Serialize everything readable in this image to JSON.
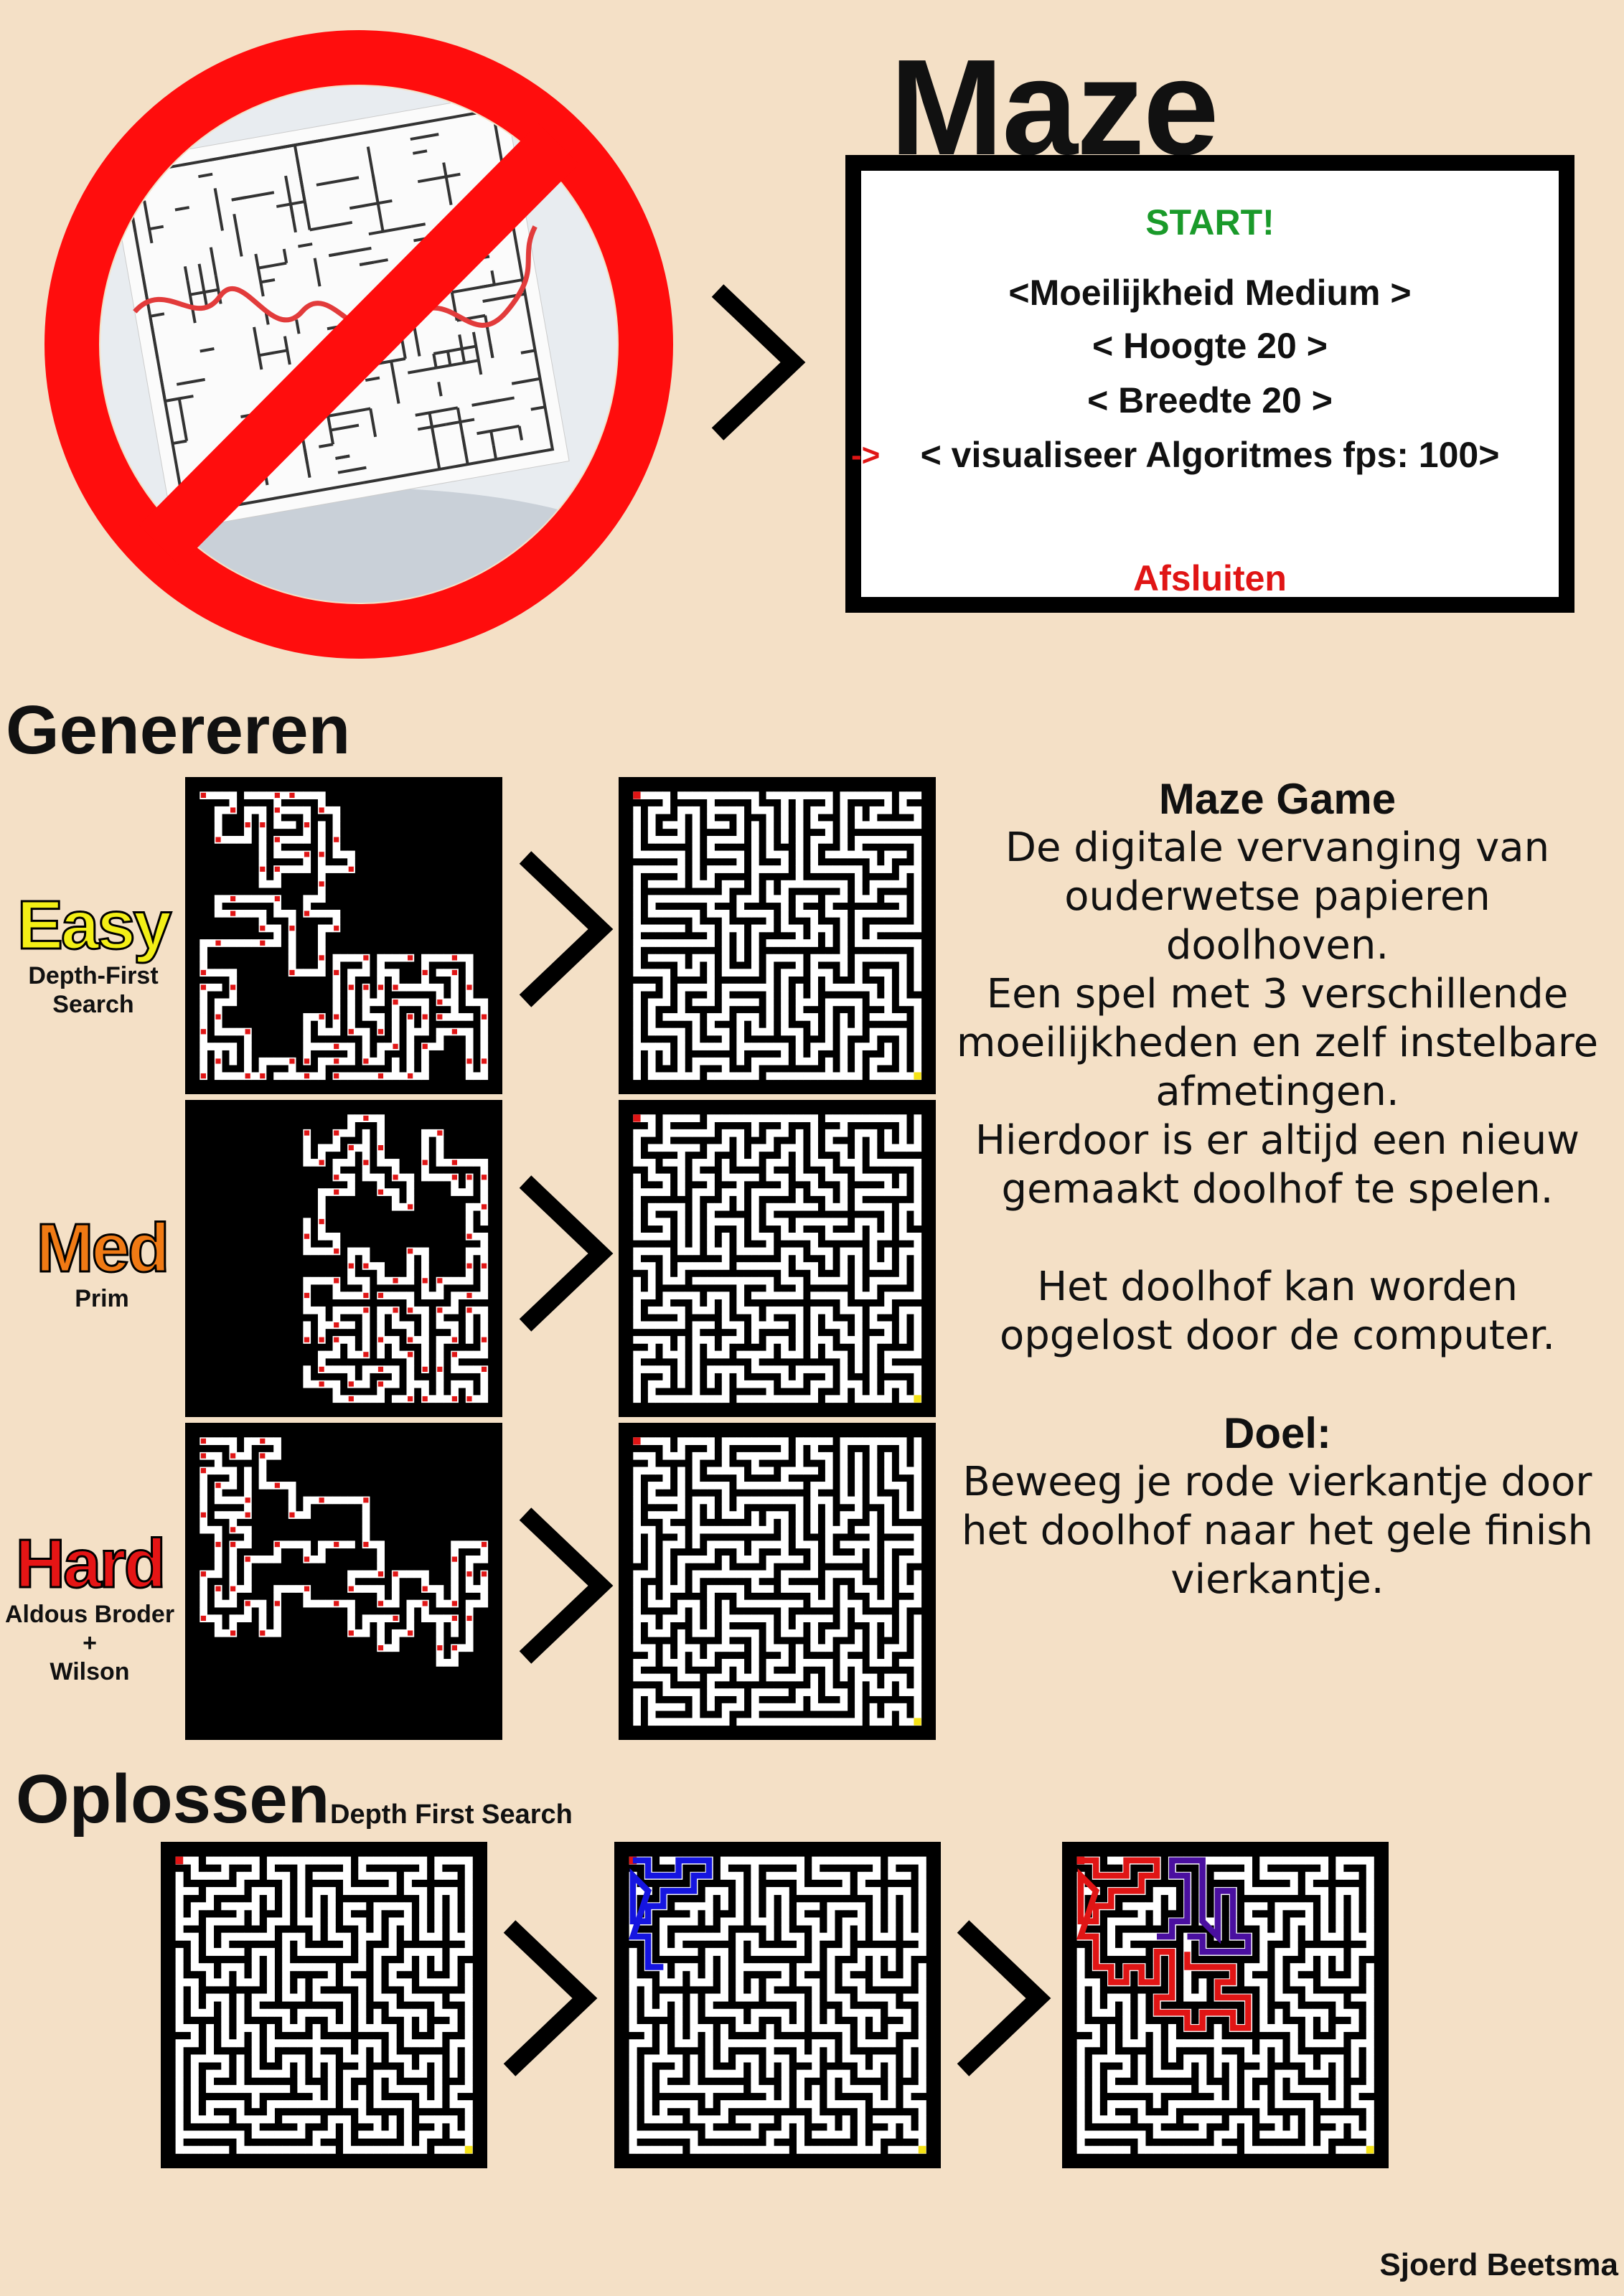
{
  "title": "Maze Game",
  "menu": {
    "start": "START!",
    "difficulty": "<Moeilijkheid Medium >",
    "height": "< Hoogte 20 >",
    "width": "< Breedte 20 >",
    "cursor": "->",
    "visualize": "< visualiseer Algoritmes fps: 100>",
    "quit": "Afsluiten"
  },
  "sections": {
    "generate": "Genereren",
    "solve": "Oplossen",
    "solve_algorithm": "Depth First Search"
  },
  "difficulties": [
    {
      "name": "Easy",
      "algorithm_line1": "Depth-First",
      "algorithm_line2": "Search"
    },
    {
      "name": "Med",
      "algorithm_line1": "Prim",
      "algorithm_line2": ""
    },
    {
      "name": "Hard",
      "algorithm_line1": "Aldous Broder",
      "algorithm_line2": "+",
      "algorithm_line3": "Wilson"
    }
  ],
  "description": {
    "heading": "Maze Game",
    "p1": [
      "De digitale vervanging van",
      "ouderwetse papieren doolhoven.",
      "Een spel met 3 verschillende",
      "moeilijkheden en zelf instelbare",
      "afmetingen.",
      "Hierdoor is er altijd een nieuw",
      "gemaakt doolhof te spelen."
    ],
    "p2": [
      "Het doolhof kan worden",
      "opgelost door de computer."
    ],
    "goal_heading": "Doel:",
    "p3": [
      "Beweeg je rode vierkantje door",
      "het doolhof naar het gele finish",
      "vierkantje."
    ]
  },
  "author": "Sjoerd Beetsma",
  "colors": {
    "background": "#f4e0c6",
    "start": "#1a9a2a",
    "quit": "#e01515",
    "easy": "#f3ef16",
    "medium": "#f07a14",
    "hard": "#e51515",
    "player": "#e01515",
    "finish": "#f5e214",
    "solve_search": "#1515e0",
    "solve_path": "#e01515",
    "solve_backtrack": "#4a0fa0"
  },
  "icons": [
    "no-sign-icon",
    "chevron-right-icon"
  ]
}
